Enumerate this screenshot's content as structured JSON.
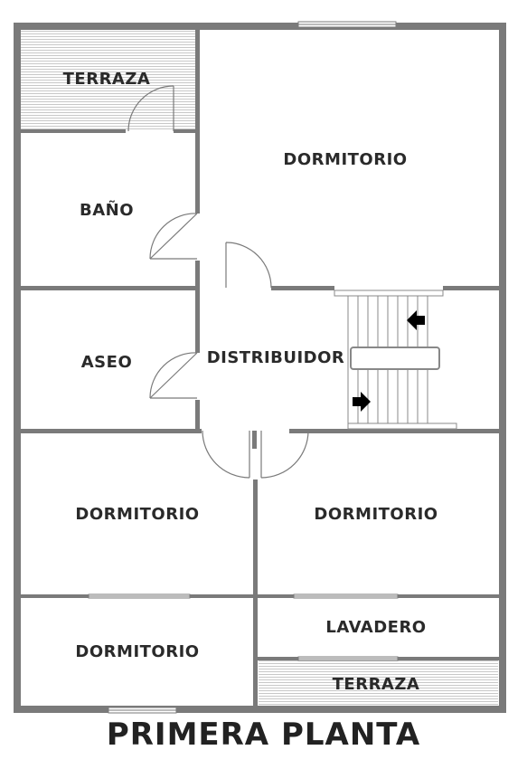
{
  "title": "PRIMERA PLANTA",
  "rooms": {
    "terraza_top": "TERRAZA",
    "dormitorio_top": "DORMITORIO",
    "bano": "BAÑO",
    "aseo": "ASEO",
    "distribuidor": "DISTRIBUIDOR",
    "dormitorio_left": "DORMITORIO",
    "dormitorio_right": "DORMITORIO",
    "dormitorio_bottom": "DORMITORIO",
    "lavadero": "LAVADERO",
    "terraza_bottom": "TERRAZA"
  },
  "colors": {
    "wall": "#7a7a7a",
    "hatch": "#c8c8c8",
    "stairs": "#888888",
    "arrow": "#000000"
  }
}
